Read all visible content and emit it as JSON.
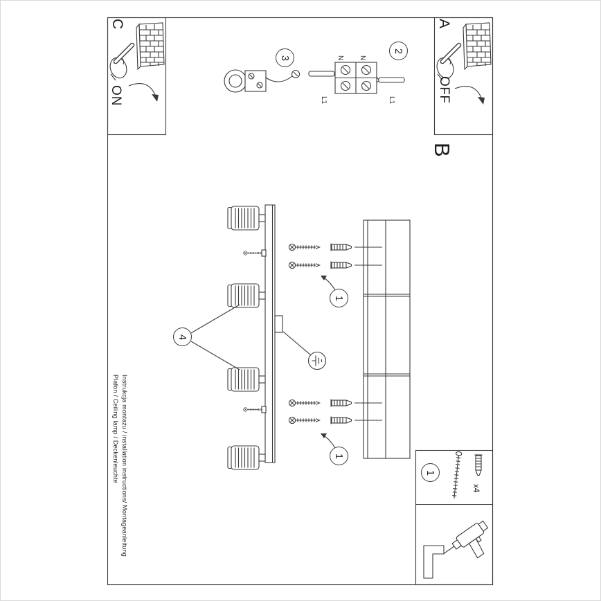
{
  "sheet": {
    "steps": {
      "a": "A",
      "b": "B",
      "c": "C",
      "one": "1",
      "two": "2",
      "three": "3",
      "four": "4"
    },
    "switch": {
      "on": "ON",
      "off": "OFF"
    },
    "wiring": {
      "n": "N",
      "l1": "L1"
    },
    "parts": {
      "qty": "x4"
    },
    "credits": {
      "line1": "Instrukcja montażu / installation instructions/ Montageanleitung",
      "line2": "Plafon / Ceiling lamp / Deckenleuchte"
    },
    "colors": {
      "line": "#3a3a3a",
      "text": "#1e1e1e",
      "background": "#ffffff"
    }
  }
}
